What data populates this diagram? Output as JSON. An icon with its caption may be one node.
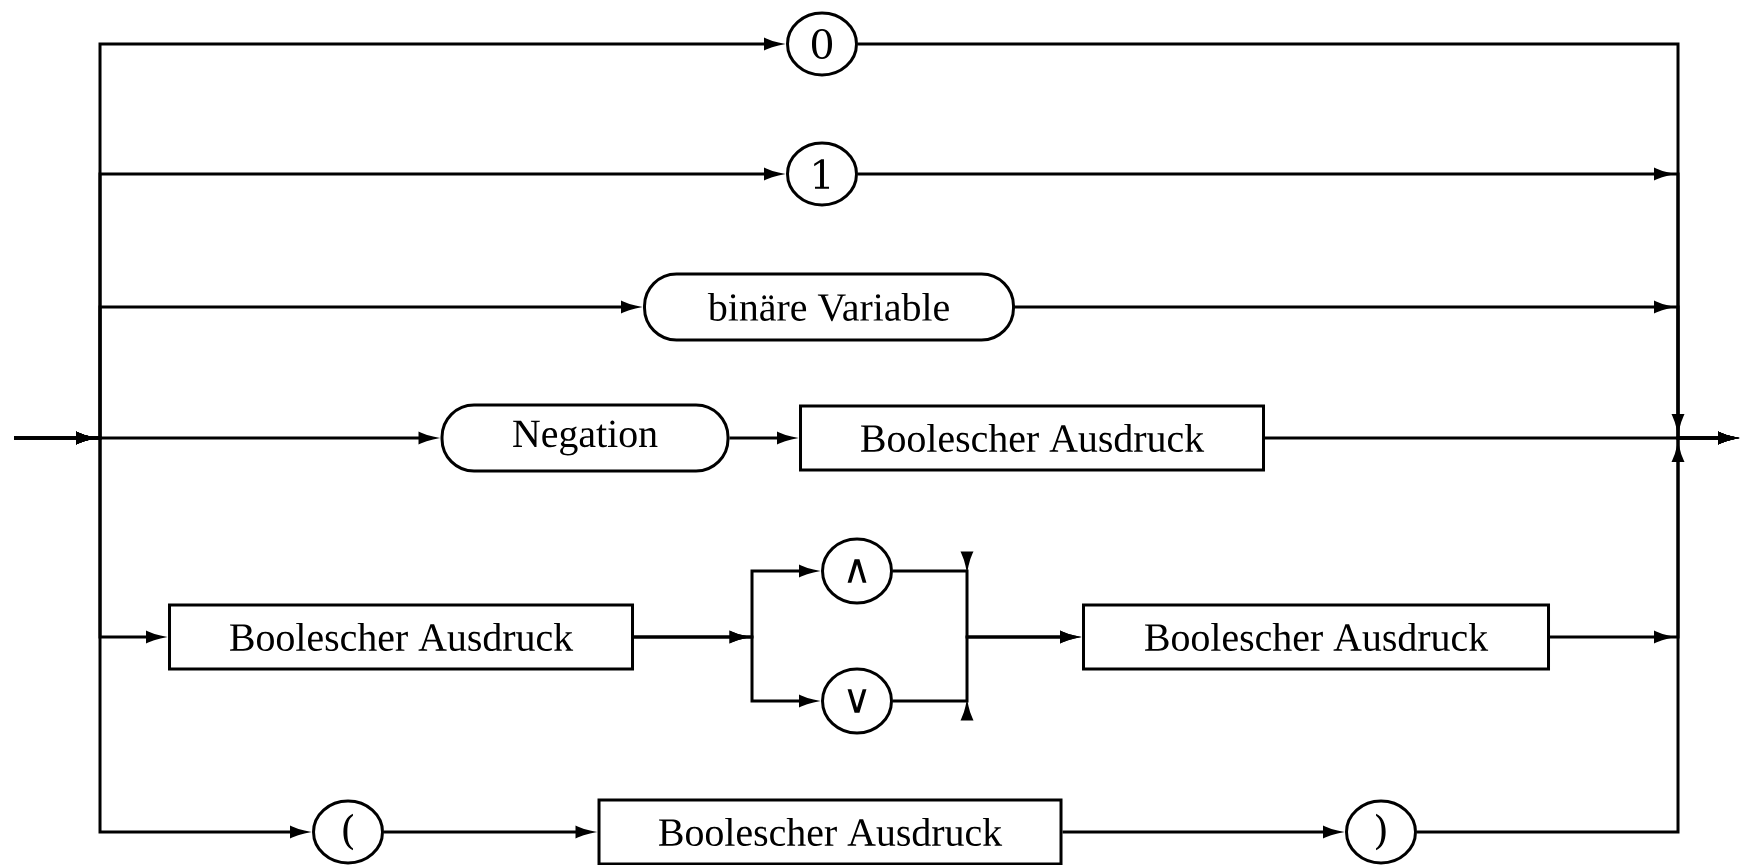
{
  "diagram": {
    "nodes": [
      {
        "text": [
          "0"
        ]
      },
      {
        "text": [
          "1"
        ]
      },
      {
        "text": [
          "binäre Variable"
        ]
      },
      {
        "text": [
          "Negation"
        ]
      },
      {
        "text": [
          "Boolescher Ausdruck"
        ]
      },
      {
        "text": [
          "Boolescher Ausdruck"
        ]
      },
      {
        "text": [
          "∧"
        ]
      },
      {
        "text": [
          "∨"
        ]
      },
      {
        "text": [
          "Boolescher Ausdruck"
        ]
      },
      {
        "text": [
          "("
        ]
      },
      {
        "text": [
          "Boolescher Ausdruck"
        ]
      },
      {
        "text": [
          ")"
        ]
      }
    ],
    "edges": [
      {
        "from": null,
        "to": 0,
        "arrow": "to"
      },
      {
        "from": null,
        "to": 1,
        "arrow": "to"
      },
      {
        "from": null,
        "to": 2,
        "arrow": "to"
      },
      {
        "from": null,
        "to": 3,
        "arrow": "to"
      },
      {
        "from": null,
        "to": 5,
        "arrow": "to"
      },
      {
        "from": null,
        "to": 9,
        "arrow": "to"
      },
      {
        "from": 3,
        "to": 4,
        "arrow": "to"
      },
      {
        "from": 5,
        "to": 6,
        "arrow": "to"
      },
      {
        "from": 5,
        "to": 7,
        "arrow": "to"
      },
      {
        "from": 6,
        "to": 8,
        "arrow": "to"
      },
      {
        "from": 7,
        "to": 8,
        "arrow": "to"
      },
      {
        "from": 9,
        "to": 10,
        "arrow": "to"
      },
      {
        "from": 10,
        "to": 11,
        "arrow": "to"
      },
      {
        "from": 0,
        "to": null,
        "arrow": "to"
      },
      {
        "from": 1,
        "to": null,
        "arrow": "to"
      },
      {
        "from": 2,
        "to": null,
        "arrow": "to"
      },
      {
        "from": 4,
        "to": null,
        "arrow": "to"
      },
      {
        "from": 8,
        "to": null,
        "arrow": "to"
      },
      {
        "from": 11,
        "to": null,
        "arrow": "to"
      }
    ]
  }
}
